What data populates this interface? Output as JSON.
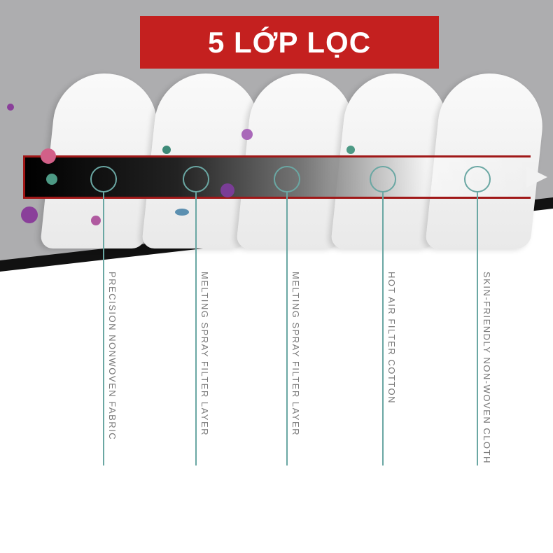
{
  "banner": {
    "title": "5 LỚP LỌC"
  },
  "layers": [
    {
      "label": "PRECISION NONWOVEN FABRIC"
    },
    {
      "label": "MELTING SPRAY FILTER LAYER"
    },
    {
      "label": "MELTING SPRAY FILTER LAYER"
    },
    {
      "label": "HOT AIR FILTER COTTON"
    },
    {
      "label": "SKIN-FRIENDLY NON-WOVEN CLOTH"
    }
  ],
  "colors": {
    "banner": "#c4201f",
    "accent": "#6aa7a3"
  }
}
